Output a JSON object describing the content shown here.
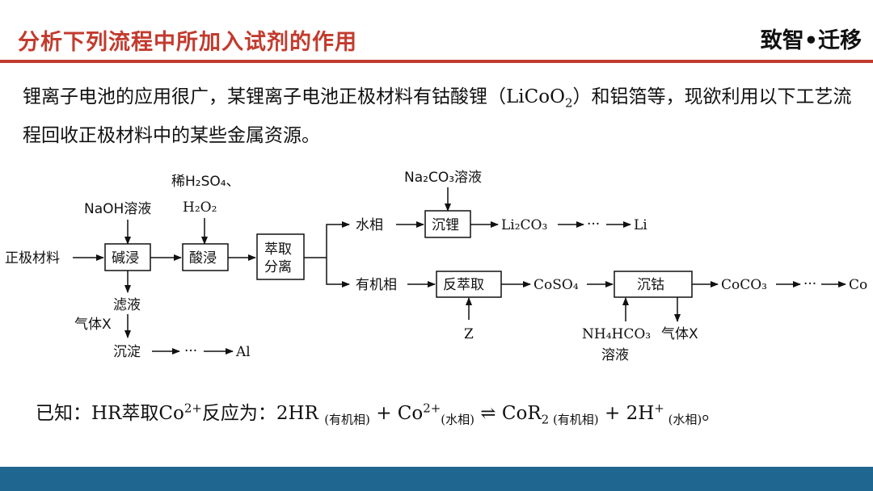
{
  "header": {
    "title": "分析下列流程中所加入试剂的作用",
    "brand": "致智•迁移"
  },
  "intro": {
    "part1": "锂离子电池的应用很广，某锂离子电池正极材料有钴酸锂（",
    "formula_base": "LiCoO",
    "formula_sub": "2",
    "part2": "）和铝箔等，现欲利用以下工艺流程回收正极材料中的某些金属资源。"
  },
  "diagram": {
    "start": "正极材料",
    "naoh": "NaOH溶液",
    "box_alkali": "碱浸",
    "acid_reagent_1": "稀H₂SO₄、",
    "acid_reagent_2": "H₂O₂",
    "box_acid": "酸浸",
    "box_extract_1": "萃取",
    "box_extract_2": "分离",
    "filtrate": "滤液",
    "gas_x": "气体X",
    "precipitate": "沉淀",
    "dots": "···",
    "al": "Al",
    "aqueous_phase": "水相",
    "na2co3": "Na₂CO₃溶液",
    "box_li": "沉锂",
    "li2co3": "Li₂CO₃",
    "li": "Li",
    "organic_phase": "有机相",
    "box_back": "反萃取",
    "z": "Z",
    "coso4": "CoSO₄",
    "box_co": "沉钴",
    "nh4hco3": "NH₄HCO₃",
    "solution": "溶液",
    "gas_x2": "气体X",
    "coco3": "CoCO₃",
    "co": "Co"
  },
  "known": {
    "label": "已知：",
    "hr": "HR",
    "extract_text": "萃取",
    "co_ion": "Co",
    "co_charge": "2+",
    "reaction_text": "反应为：",
    "lhs1": "2HR ",
    "org1": "(有机相)",
    "plus1": " + Co",
    "charge2": "2+",
    "aq1": "(水相)",
    "arrow": " ⇌ ",
    "cor": "CoR",
    "cor_sub": "2",
    "org2": " (有机相)",
    "plus2": " + 2H",
    "h_charge": "+",
    "aq2": " (水相)",
    "end": "。"
  },
  "colors": {
    "title_red": "#c23b2e",
    "footer_blue": "#1f6690"
  }
}
